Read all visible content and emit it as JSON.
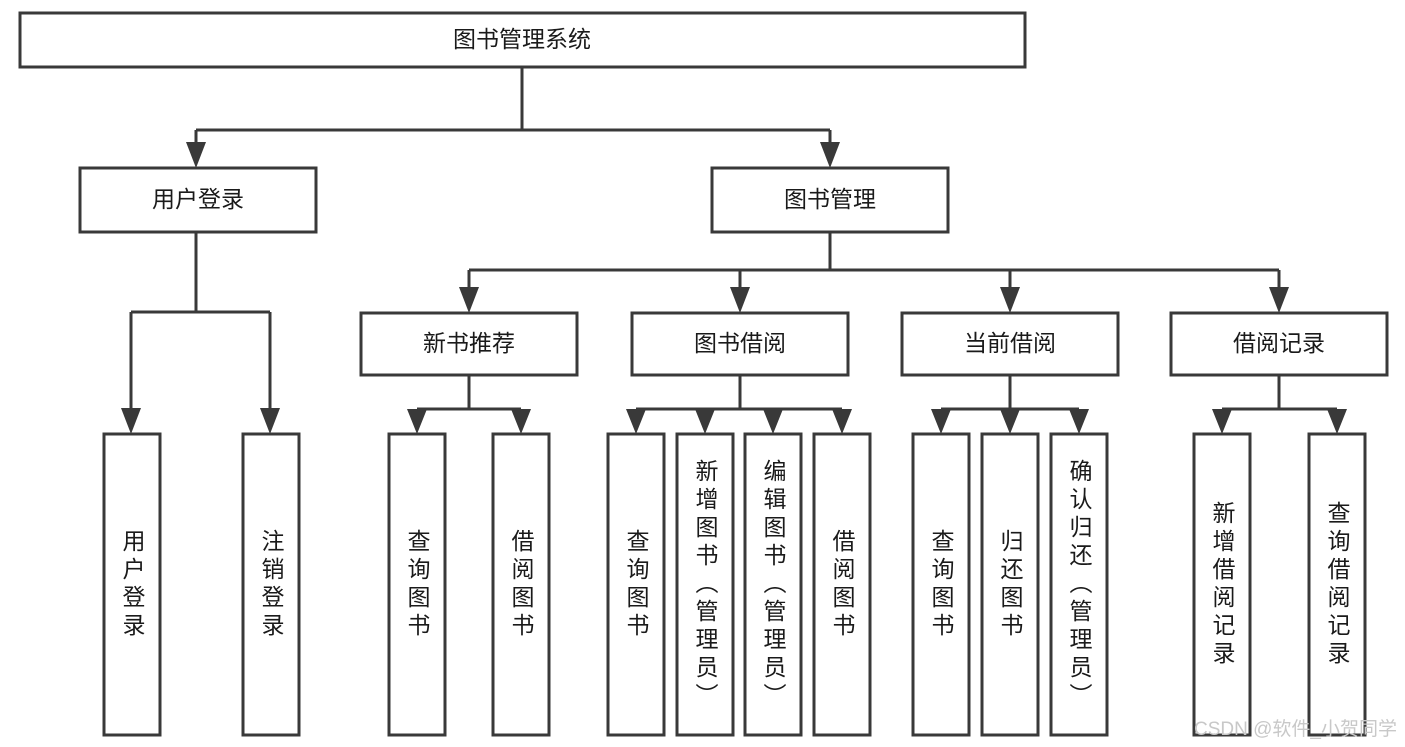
{
  "diagram": {
    "type": "tree-hierarchy-chart",
    "title": "图书管理系统",
    "watermark": "CSDN @软件_小贺同学",
    "style": {
      "background": "#ffffff",
      "box_fill": "#ffffff",
      "box_stroke": "#393939",
      "text_color": "#1a1a1a",
      "watermark_color": "#c8c8c8"
    },
    "levels": {
      "root": {
        "label": "图书管理系统"
      },
      "level1": [
        {
          "id": "user-login",
          "label": "用户登录"
        },
        {
          "id": "book-management",
          "label": "图书管理"
        }
      ],
      "level2": [
        {
          "id": "new-book-recommend",
          "label": "新书推荐",
          "parent": "book-management"
        },
        {
          "id": "book-borrow",
          "label": "图书借阅",
          "parent": "book-management"
        },
        {
          "id": "current-borrow",
          "label": "当前借阅",
          "parent": "book-management"
        },
        {
          "id": "borrow-record",
          "label": "借阅记录",
          "parent": "book-management"
        }
      ],
      "leaves": [
        {
          "id": "leaf-user-login",
          "label": "用户登录",
          "parent": "user-login"
        },
        {
          "id": "leaf-logout-login",
          "label": "注销登录",
          "parent": "user-login"
        },
        {
          "id": "leaf-query-book-rec",
          "label": "查询图书",
          "parent": "new-book-recommend"
        },
        {
          "id": "leaf-borrow-book-rec",
          "label": "借阅图书",
          "parent": "new-book-recommend"
        },
        {
          "id": "leaf-query-book-borrow",
          "label": "查询图书",
          "parent": "book-borrow"
        },
        {
          "id": "leaf-add-book",
          "label": "新增图书（管理员）",
          "parent": "book-borrow"
        },
        {
          "id": "leaf-edit-book",
          "label": "编辑图书（管理员）",
          "parent": "book-borrow"
        },
        {
          "id": "leaf-borrow-book",
          "label": "借阅图书",
          "parent": "book-borrow"
        },
        {
          "id": "leaf-query-book-current",
          "label": "查询图书",
          "parent": "current-borrow"
        },
        {
          "id": "leaf-return-book",
          "label": "归还图书",
          "parent": "current-borrow"
        },
        {
          "id": "leaf-confirm-return",
          "label": "确认归还（管理员）",
          "parent": "current-borrow"
        },
        {
          "id": "leaf-add-record",
          "label": "新增借阅记录",
          "parent": "borrow-record"
        },
        {
          "id": "leaf-query-record",
          "label": "查询借阅记录",
          "parent": "borrow-record"
        }
      ]
    }
  }
}
